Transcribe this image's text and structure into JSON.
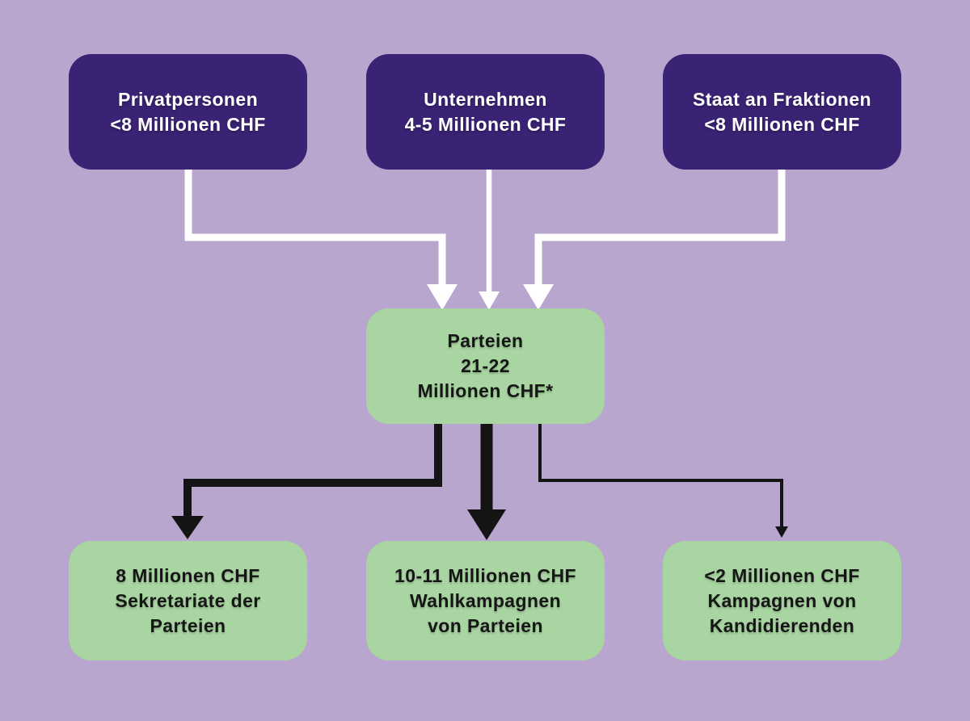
{
  "colors": {
    "background": "#b8a6ce",
    "source_box": "#3a2374",
    "source_text": "#ffffff",
    "target_box": "#a8d5a1",
    "target_text": "#161616",
    "flow_in": "#ffffff",
    "flow_out": "#141414"
  },
  "sources": [
    {
      "lines": [
        "Privatpersonen",
        "<8 Millionen CHF"
      ]
    },
    {
      "lines": [
        "Unternehmen",
        "4-5 Millionen CHF"
      ]
    },
    {
      "lines": [
        "Staat an Fraktionen",
        "<8 Millionen CHF"
      ]
    }
  ],
  "hub": {
    "lines": [
      "Parteien",
      "21-22",
      "Millionen CHF*"
    ]
  },
  "outputs": [
    {
      "lines": [
        "8 Millionen CHF",
        "Sekretariate der",
        "Parteien"
      ]
    },
    {
      "lines": [
        "10-11 Millionen CHF",
        "Wahlkampagnen",
        "von Parteien"
      ]
    },
    {
      "lines": [
        "<2 Millionen CHF",
        "Kampagnen von",
        "Kandidierenden"
      ]
    }
  ]
}
